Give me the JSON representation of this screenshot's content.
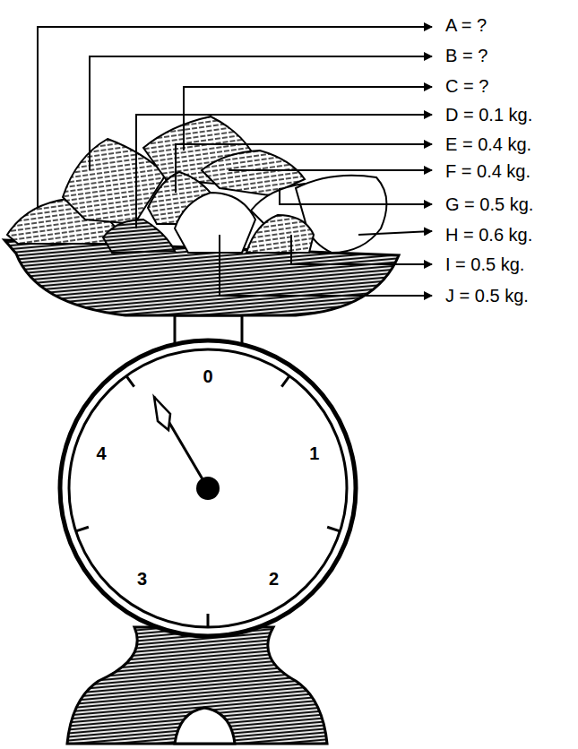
{
  "diagram": {
    "labels": [
      "A = ?",
      "B = ?",
      "C = ?",
      "D = 0.1 kg.",
      "E = 0.4 kg.",
      "F = 0.4 kg.",
      "G = 0.5 kg.",
      "H = 0.6 kg.",
      "I = 0.5 kg.",
      "J = 0.5 kg.",
      "0",
      "1",
      "2",
      "3",
      "4"
    ]
  }
}
